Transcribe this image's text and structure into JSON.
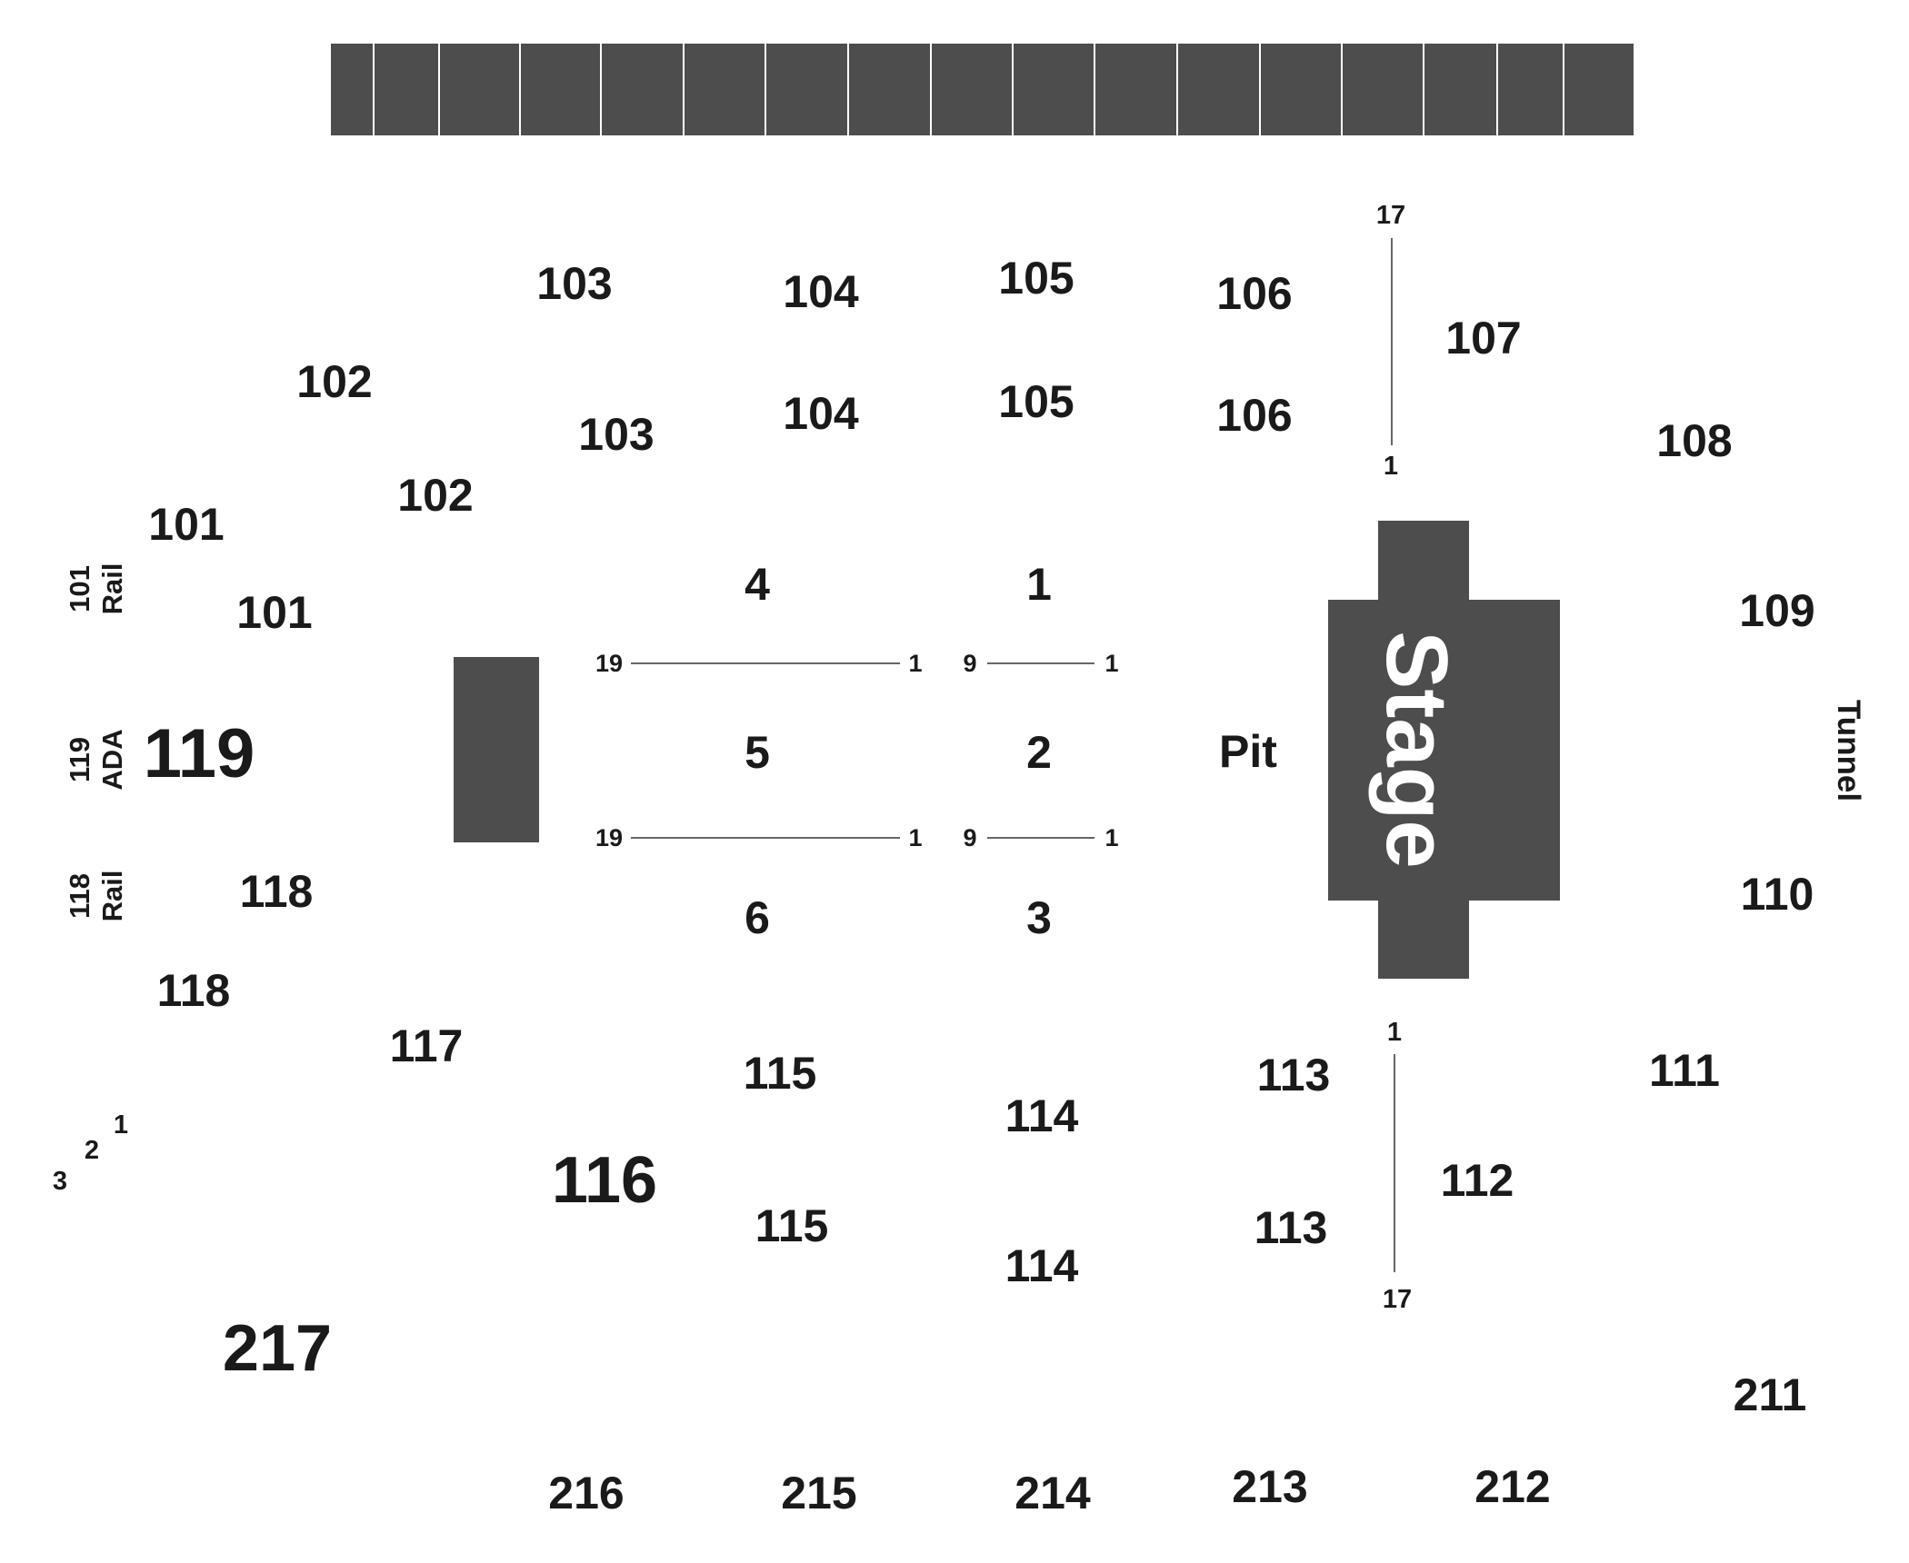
{
  "colors": {
    "block": "#4d4d4d",
    "text": "#1a1a1a",
    "stage_text": "#ffffff"
  },
  "stage": {
    "label": "Stage"
  },
  "pit": {
    "label": "Pit"
  },
  "tunnel": {
    "label": "Tunnel"
  },
  "floor_sections": [
    "1",
    "2",
    "3",
    "4",
    "5",
    "6"
  ],
  "row_markers": {
    "floor_456_left": "19",
    "floor_456_right": "1",
    "floor_123_left": "9",
    "floor_123_right": "1",
    "s107_top": "17",
    "s107_bottom": "1",
    "s112_top": "1",
    "s112_bottom": "17"
  },
  "side_labels": {
    "rail_101": [
      "101",
      "Rail"
    ],
    "ada_119": [
      "119",
      "ADA"
    ],
    "rail_118": [
      "118",
      "Rail"
    ]
  },
  "sections_100": {
    "s101": "101",
    "s102": "102",
    "s103": "103",
    "s104": "104",
    "s105": "105",
    "s106": "106",
    "s107": "107",
    "s108": "108",
    "s109": "109",
    "s110": "110",
    "s111": "111",
    "s112": "112",
    "s113": "113",
    "s114": "114",
    "s115": "115",
    "s116": "116",
    "s117": "117",
    "s118": "118",
    "s119": "119"
  },
  "sections_200": {
    "s211": "211",
    "s212": "212",
    "s213": "213",
    "s214": "214",
    "s215": "215",
    "s216": "216",
    "s217": "217"
  },
  "corner_rows": [
    "1",
    "2",
    "3"
  ]
}
